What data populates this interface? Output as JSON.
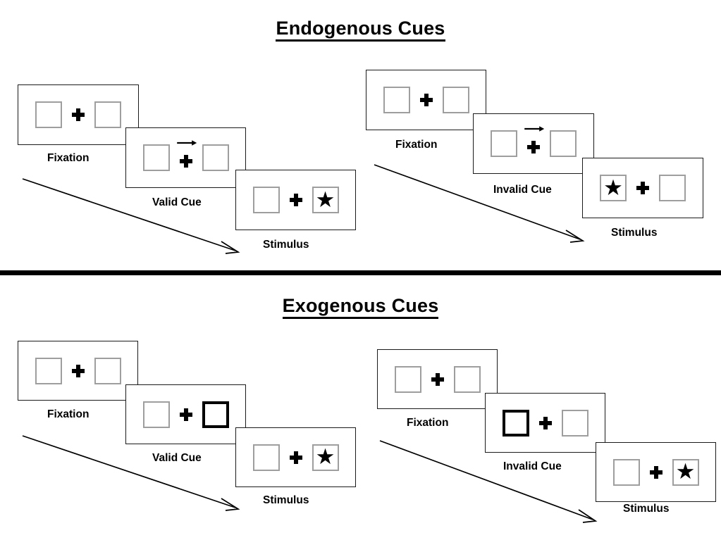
{
  "page": {
    "background": "#ffffff",
    "box_border_color": "#9e9e9e",
    "bold_box_border_color": "#000000",
    "frame_border_color": "#1a1a1a",
    "divider_color": "#000000"
  },
  "sections": [
    {
      "id": "endogenous",
      "title": "Endogenous Cues",
      "sequences": [
        {
          "id": "endogenous-valid",
          "steps": [
            {
              "label": "Fixation",
              "cue_type": "none",
              "left_box": "plain",
              "right_box": "plain",
              "center": "cross"
            },
            {
              "label": "Valid Cue",
              "cue_type": "arrow-right",
              "left_box": "plain",
              "right_box": "plain",
              "center": "cross-with-arrow"
            },
            {
              "label": "Stimulus",
              "cue_type": "none",
              "left_box": "plain",
              "right_box": "star",
              "center": "cross"
            }
          ]
        },
        {
          "id": "endogenous-invalid",
          "steps": [
            {
              "label": "Fixation",
              "cue_type": "none",
              "left_box": "plain",
              "right_box": "plain",
              "center": "cross"
            },
            {
              "label": "Invalid Cue",
              "cue_type": "arrow-right",
              "left_box": "plain",
              "right_box": "plain",
              "center": "cross-with-arrow"
            },
            {
              "label": "Stimulus",
              "cue_type": "none",
              "left_box": "star",
              "right_box": "plain",
              "center": "cross"
            }
          ]
        }
      ]
    },
    {
      "id": "exogenous",
      "title": "Exogenous Cues",
      "sequences": [
        {
          "id": "exogenous-valid",
          "steps": [
            {
              "label": "Fixation",
              "cue_type": "none",
              "left_box": "plain",
              "right_box": "plain",
              "center": "cross"
            },
            {
              "label": "Valid Cue",
              "cue_type": "box-flash-right",
              "left_box": "plain",
              "right_box": "bold",
              "center": "cross"
            },
            {
              "label": "Stimulus",
              "cue_type": "none",
              "left_box": "plain",
              "right_box": "star",
              "center": "cross"
            }
          ]
        },
        {
          "id": "exogenous-invalid",
          "steps": [
            {
              "label": "Fixation",
              "cue_type": "none",
              "left_box": "plain",
              "right_box": "plain",
              "center": "cross"
            },
            {
              "label": "Invalid Cue",
              "cue_type": "box-flash-left",
              "left_box": "bold",
              "right_box": "plain",
              "center": "cross"
            },
            {
              "label": "Stimulus",
              "cue_type": "none",
              "left_box": "plain",
              "right_box": "star",
              "center": "cross"
            }
          ]
        }
      ]
    }
  ],
  "glyphs": {
    "star": "★",
    "cross": "fixation-cross",
    "cue_arrow": "arrow-right-icon",
    "time_arrow": "time-progression-arrow"
  }
}
